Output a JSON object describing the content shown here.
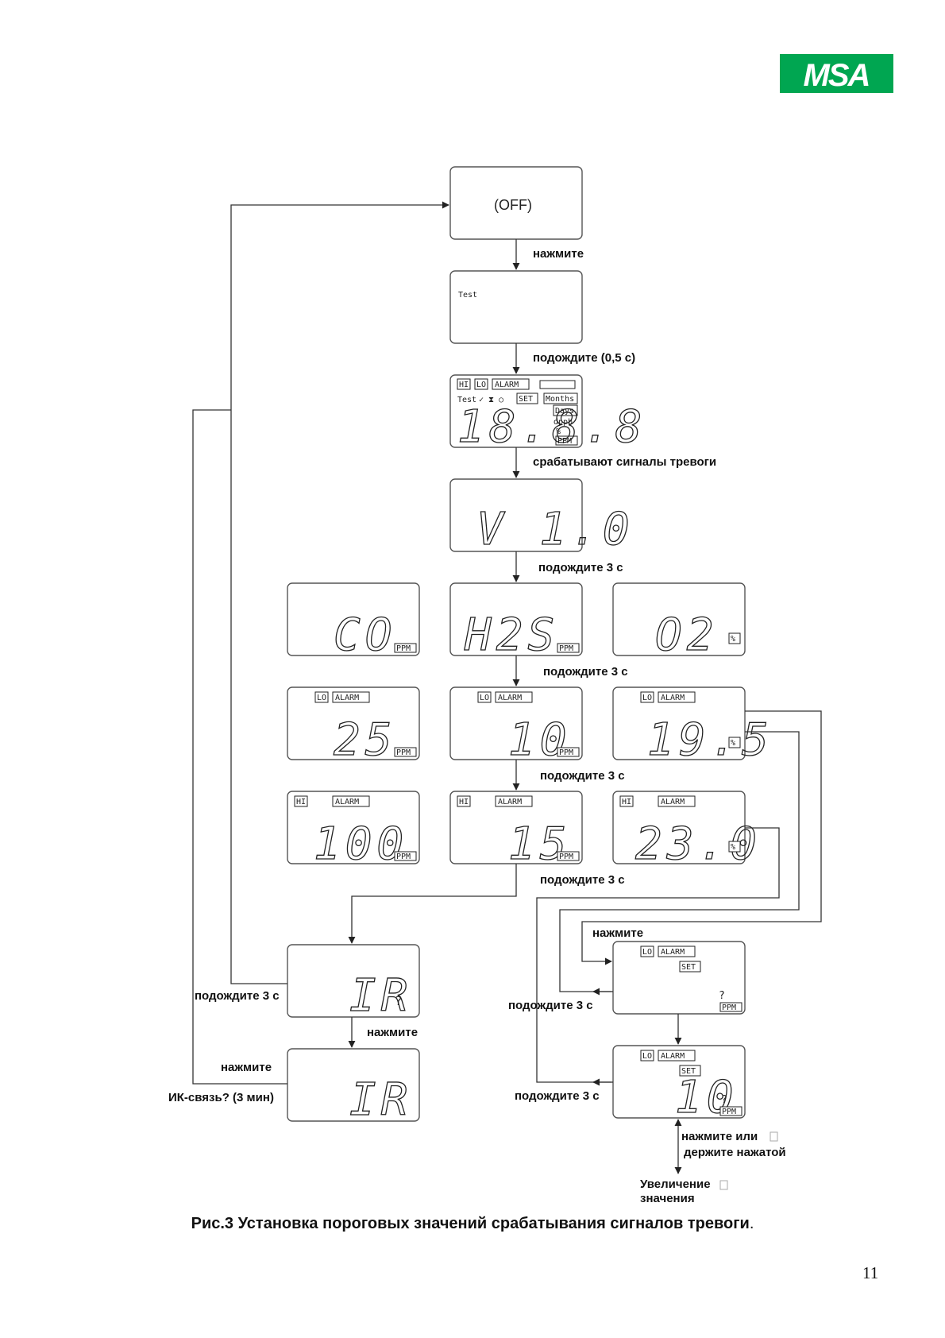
{
  "logo": {
    "text": "MSA",
    "color": "#00a651"
  },
  "displays": {
    "off": "(OFF)",
    "test_word": "Test",
    "full_segments": "18.8.8",
    "full_tags": {
      "hi": "HI",
      "lo": "LO",
      "alarm": "ALARM",
      "set": "SET",
      "months": "Months",
      "days": "Days",
      "dpp": "dppb",
      "ppm": "PPM",
      "pct": "%"
    },
    "version": "V 1.0",
    "gas_co": "CO",
    "gas_h2s": "H2S",
    "gas_o2": "O2",
    "lo_co": "25",
    "lo_h2s": "10",
    "lo_o2": "19.5",
    "hi_co": "100",
    "hi_h2s": "15",
    "hi_o2": "23.0",
    "ir_question": "IR",
    "ir_question_mark": "?",
    "ir": "IR",
    "set_value": "10",
    "unit_ppm": "PPM",
    "unit_pct": "%"
  },
  "labels": {
    "press1": "нажмите",
    "wait_05": "подождите (0,5 с)",
    "alarms_trigger": "срабатывают сигналы тревоги",
    "wait3_a": "подождите 3 с",
    "wait3_b": "подождите 3 с",
    "wait3_c": "подождите 3 с",
    "wait3_d": "подождите 3 с",
    "press_set": "нажмите",
    "wait3_set": "подождите 3 с",
    "wait3_ir": "подождите 3 с",
    "press_ir": "нажмите",
    "press_left": "нажмите",
    "ir_link": "ИК-связь? (3 мин)",
    "wait3_val": "подождите 3 с",
    "press_or": "нажмите или",
    "hold": "держите нажатой",
    "increase": "Увеличение",
    "value": "значения"
  },
  "caption": "Рис.3 Установка пороговых значений срабатывания сигналов тревоги",
  "caption_dot": ".",
  "page_number": "11"
}
